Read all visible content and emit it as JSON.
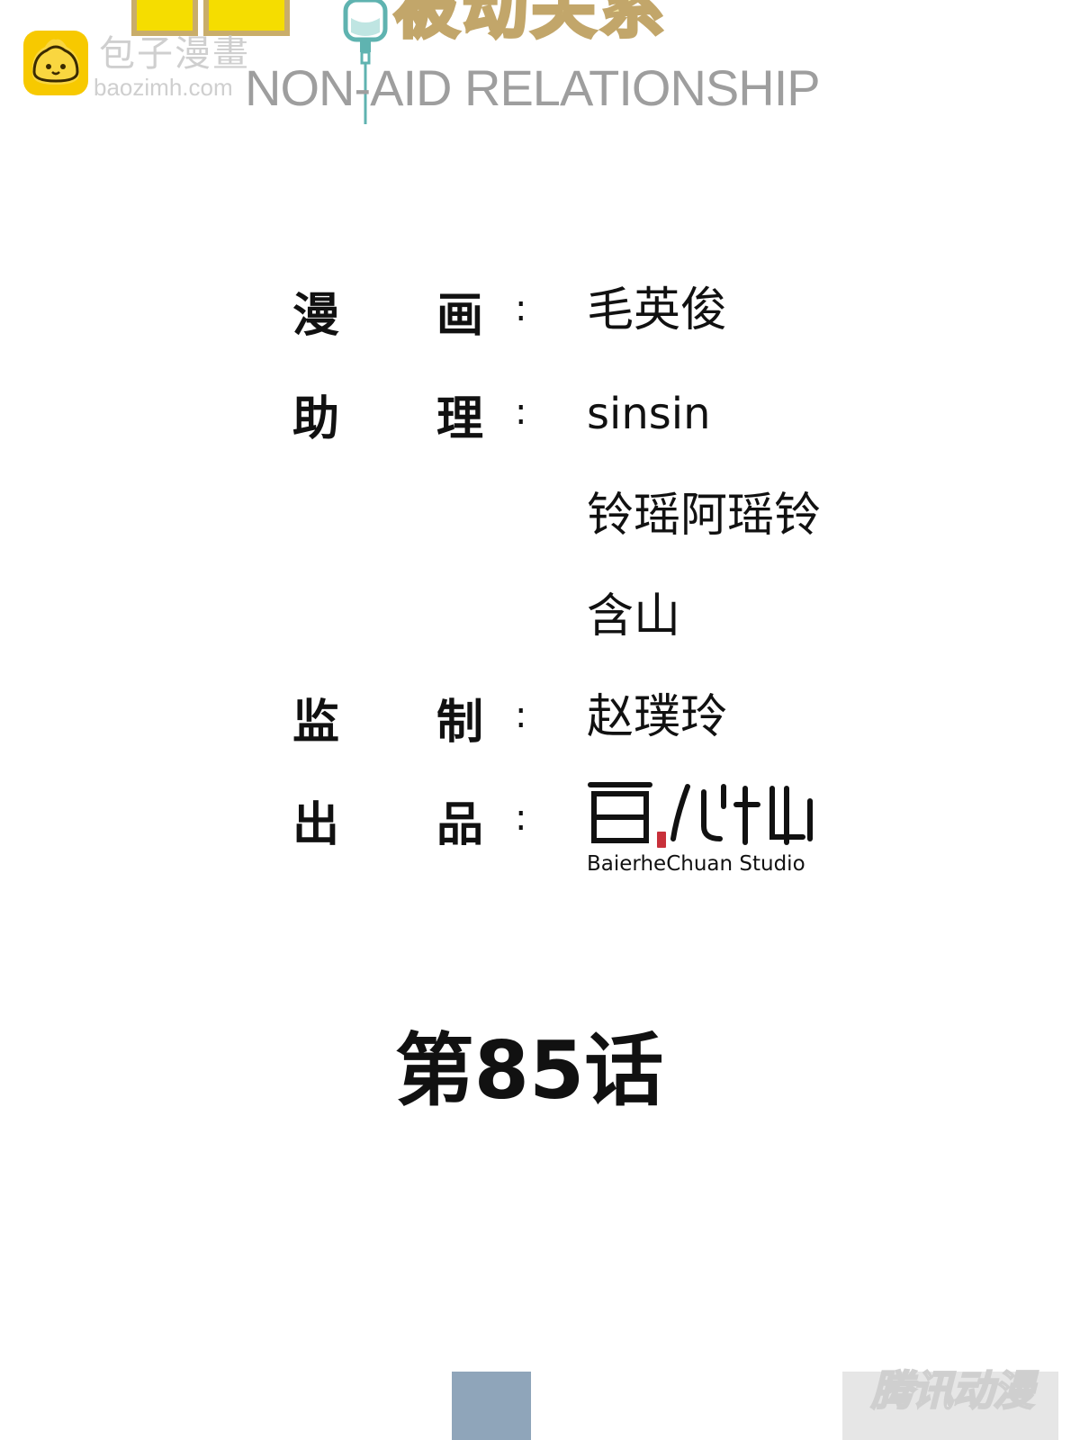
{
  "header": {
    "title_cn_fragment": "被动关系",
    "subtitle_en": "NON-AID RELATIONSHIP"
  },
  "watermark": {
    "site_name": "包子漫畫",
    "site_url": "baozimh.com",
    "corner_mark": "腾讯动漫"
  },
  "credits": [
    {
      "role_chars": [
        "漫",
        "画"
      ],
      "colon": ":",
      "names": [
        "毛英俊"
      ]
    },
    {
      "role_chars": [
        "助",
        "理"
      ],
      "colon": ":",
      "names": [
        "sinsin",
        "铃瑶阿瑶铃",
        "含山"
      ]
    },
    {
      "role_chars": [
        "监",
        "制"
      ],
      "colon": ":",
      "names": [
        "赵璞玲"
      ]
    },
    {
      "role_chars": [
        "出",
        "品"
      ],
      "colon": ":",
      "names": []
    }
  ],
  "studio": {
    "name": "BaierheChuan Studio",
    "seal_color": "#c8303a"
  },
  "chapter": {
    "label": "第85话"
  },
  "colors": {
    "title_yellow": "#f5dd00",
    "title_border": "#c2a66a",
    "watermark_yellow": "#f7c900",
    "watermark_gray": "#cfcfcf",
    "text": "#111111"
  },
  "icons": {
    "logo": "steamed-bun-icon",
    "iv_bag": "iv-drip-icon"
  }
}
